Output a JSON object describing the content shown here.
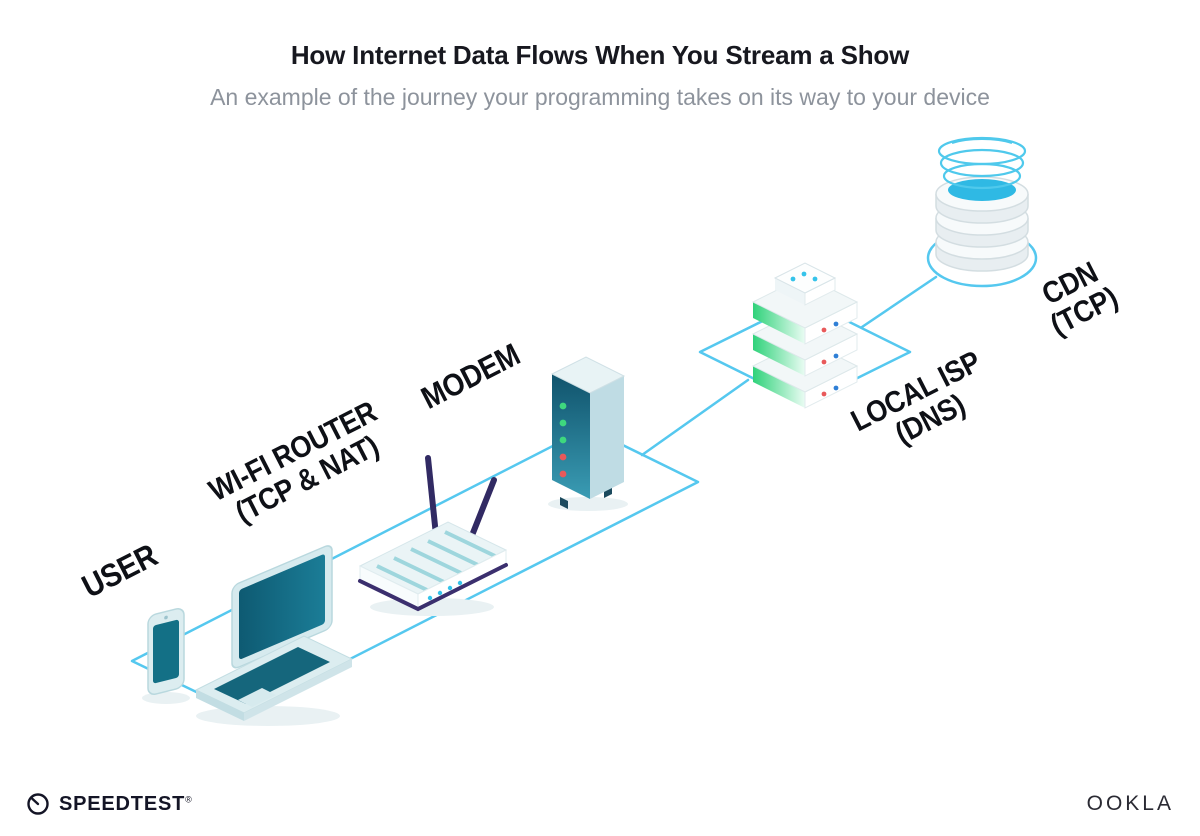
{
  "header": {
    "title": "How Internet Data Flows When You Stream a Show",
    "subtitle": "An example of the journey your programming takes on its way to your device"
  },
  "nodes": [
    {
      "id": "user",
      "label": "USER",
      "sublabel": ""
    },
    {
      "id": "wifi-router",
      "label": "WI-FI ROUTER",
      "sublabel": "(TCP & NAT)"
    },
    {
      "id": "modem",
      "label": "MODEM",
      "sublabel": ""
    },
    {
      "id": "local-isp",
      "label": "LOCAL ISP",
      "sublabel": "(DNS)"
    },
    {
      "id": "cdn",
      "label": "CDN",
      "sublabel": "(TCP)"
    }
  ],
  "footer": {
    "brand_left": "SPEEDTEST",
    "brand_left_mark": "®",
    "brand_right": "OOKLA"
  },
  "colors": {
    "flow_path": "#55c8ef",
    "device_teal": "#15667c",
    "antenna_navy": "#312a63",
    "led_green": "#3ed87e",
    "led_red": "#e8595a",
    "server_green": "#2fd27a",
    "cdn_cyan": "#2fb9e4",
    "text_dark": "#141526",
    "subtitle_gray": "#8d939c"
  }
}
